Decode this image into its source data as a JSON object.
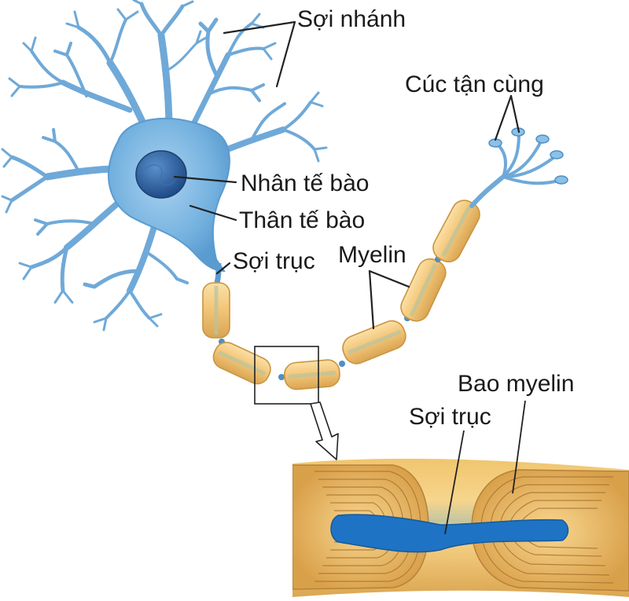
{
  "labels": {
    "dendrites": "Sợi nhánh",
    "axon_terminals": "Cúc tận cùng",
    "nucleus": "Nhân tế bào",
    "cell_body": "Thân tế bào",
    "axon": "Sợi trục",
    "myelin": "Myelin",
    "myelin_sheath": "Bao myelin",
    "axon_zoom": "Sợi trục"
  },
  "colors": {
    "neuron_blue": "#7ab6e0",
    "neuron_dark": "#4f8fc4",
    "nucleus": "#2a5c9a",
    "myelin": "#f3c77a",
    "myelin_edge": "#c9953f",
    "axon_core": "#1f73c4"
  }
}
